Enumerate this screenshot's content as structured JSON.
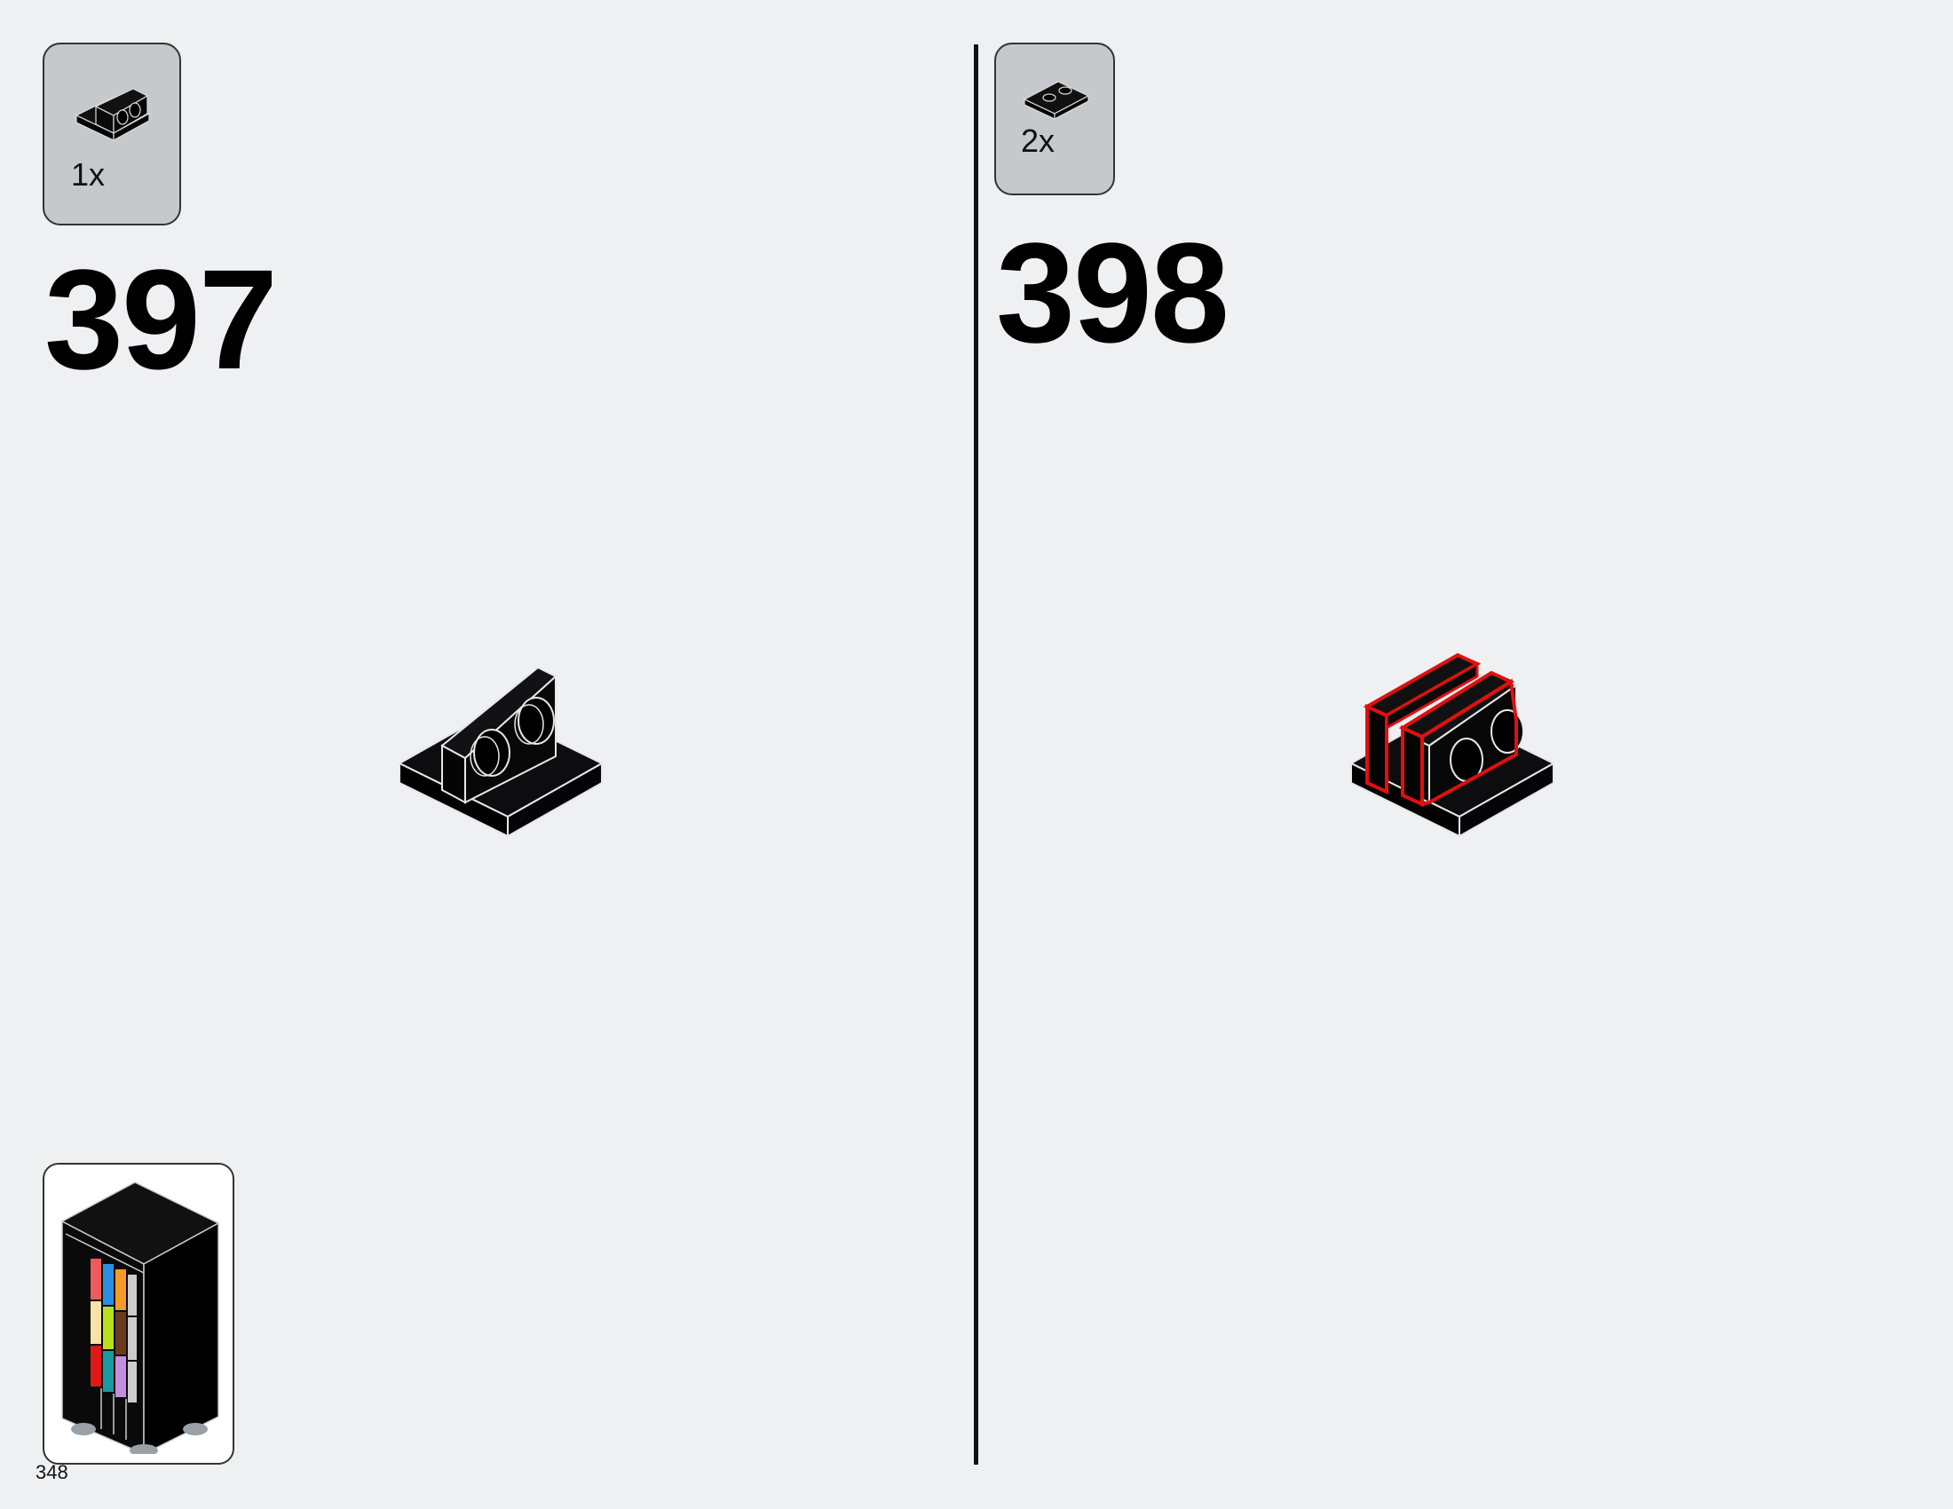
{
  "steps": [
    {
      "number": "397",
      "part": {
        "quantity": "1x",
        "icon": "bracket-1x2-icon"
      }
    },
    {
      "number": "398",
      "part": {
        "quantity": "2x",
        "icon": "plate-1x2-icon"
      }
    }
  ],
  "page": {
    "number": "348"
  },
  "colors": {
    "background": "#eef0f2",
    "parts_box": "#c6c9cc",
    "brick": "#0b0b0d",
    "highlight": "#e01010"
  }
}
